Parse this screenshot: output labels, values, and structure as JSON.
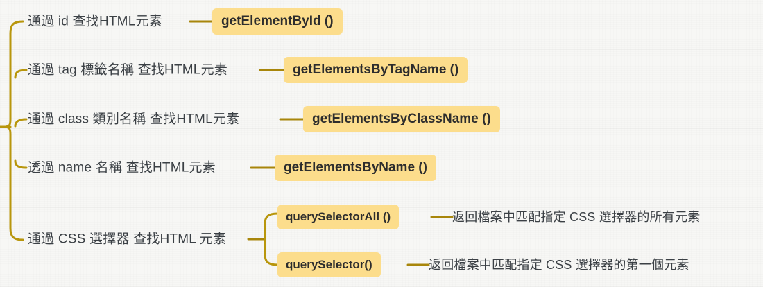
{
  "diagram": {
    "type": "mindmap",
    "title_text": "",
    "colors": {
      "background": "#f7f7f5",
      "chip_fill": "#fcdd8c",
      "chip_text": "#2d2d2d",
      "label_text": "#3b4045",
      "connector": "#a8860b",
      "bracket": "#b8960c"
    },
    "root": {
      "label": ""
    },
    "branches": [
      {
        "id": "by-id",
        "label": "通過 id 查找HTML元素",
        "api": "getElementById ()"
      },
      {
        "id": "by-tag",
        "label": "通過 tag 標籤名稱 查找HTML元素",
        "api": "getElementsByTagName ()"
      },
      {
        "id": "by-class",
        "label": "通過 class 類別名稱 查找HTML元素",
        "api": "getElementsByClassName ()"
      },
      {
        "id": "by-name",
        "label": "透過 name 名稱 查找HTML元素",
        "api": "getElementsByName ()"
      },
      {
        "id": "by-css",
        "label": "通過 CSS 選擇器 查找HTML 元素",
        "api": null,
        "children": [
          {
            "id": "query-selector-all",
            "api": "querySelectorAll ()",
            "description": "返回檔案中匹配指定 CSS 選擇器的所有元素"
          },
          {
            "id": "query-selector",
            "api": "querySelector()",
            "description": "返回檔案中匹配指定 CSS 選擇器的第一個元素"
          }
        ]
      }
    ]
  }
}
